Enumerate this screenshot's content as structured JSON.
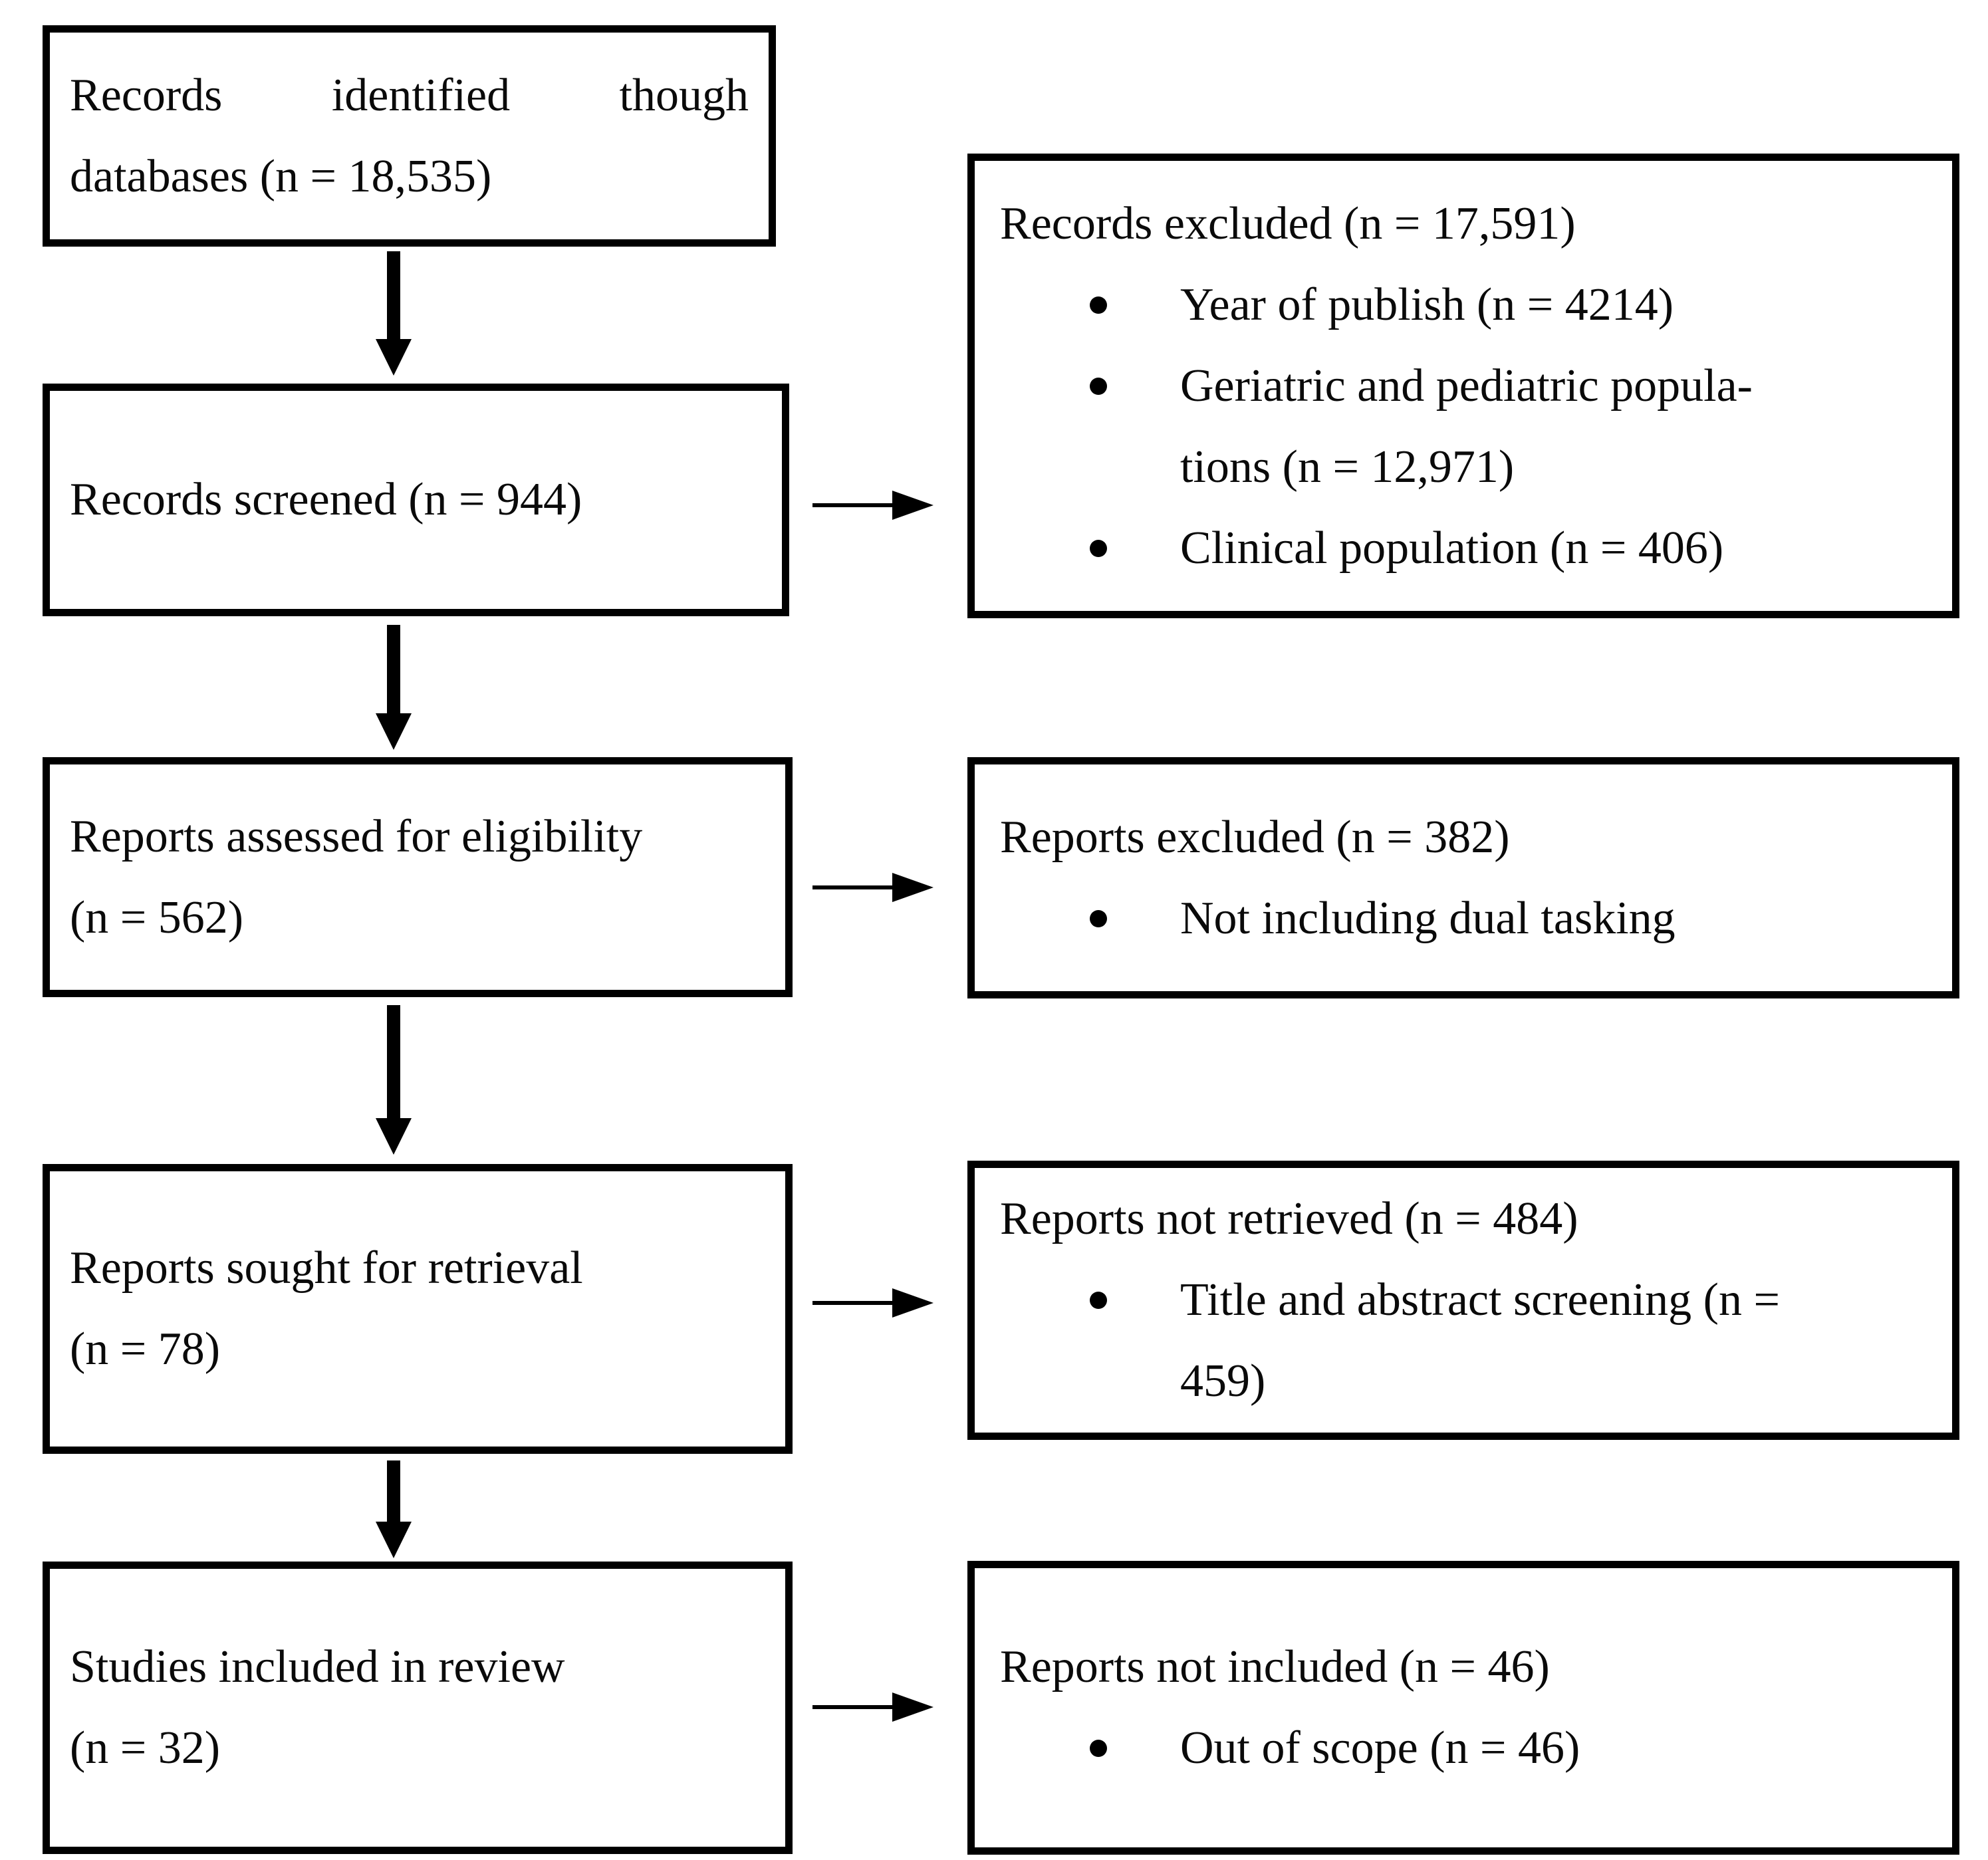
{
  "figure_type": "prisma-flow-diagram",
  "colors": {
    "background": "#ffffff",
    "box_border": "#000000",
    "text": "#0a0a0a",
    "arrow": "#000000"
  },
  "flow": {
    "left_boxes": [
      {
        "id": "identified",
        "lines": [
          "Records identified though",
          "databases (n = 18,535)"
        ]
      },
      {
        "id": "screened",
        "lines": [
          "Records screened (n = 944)"
        ]
      },
      {
        "id": "assessed",
        "lines": [
          "Reports assessed for eligibility",
          "(n = 562)"
        ]
      },
      {
        "id": "sought",
        "lines": [
          "Reports sought for retrieval",
          "(n = 78)"
        ]
      },
      {
        "id": "included",
        "lines": [
          "Studies included in review",
          "(n = 32)"
        ]
      }
    ],
    "right_boxes": [
      {
        "id": "records-excluded",
        "title": "Records excluded (n = 17,591)",
        "bullets": [
          {
            "lines": [
              "Year of publish (n = 4214)"
            ]
          },
          {
            "lines": [
              "Geriatric and pediatric popula-",
              "tions (n = 12,971)"
            ]
          },
          {
            "lines": [
              "Clinical population (n = 406)"
            ]
          }
        ]
      },
      {
        "id": "reports-excluded",
        "title": "Reports excluded (n = 382)",
        "bullets": [
          {
            "lines": [
              "Not including dual tasking"
            ]
          }
        ]
      },
      {
        "id": "reports-not-retrieved",
        "title": "Reports not retrieved (n = 484)",
        "bullets": [
          {
            "lines": [
              "Title and abstract screening (n =",
              "459)"
            ]
          }
        ]
      },
      {
        "id": "reports-not-included",
        "title": "Reports not included (n = 46)",
        "bullets": [
          {
            "lines": [
              "Out of scope (n = 46)"
            ]
          }
        ]
      }
    ]
  }
}
